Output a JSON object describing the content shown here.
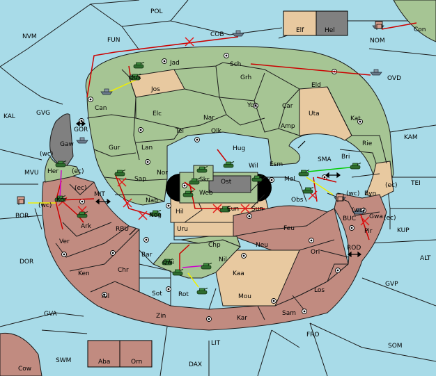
{
  "colors": {
    "sea": "#a8dbe8",
    "green_power": "#a6c594",
    "red_power": "#c18b80",
    "neutral_tan": "#e8c9a0",
    "grey_power": "#808080",
    "order_support": "#ffff00",
    "order_move": "#cc0000",
    "order_convoy": "#cc00cc",
    "order_hold": "#00cc00"
  },
  "unit_icons": [
    "tank-icon",
    "ship-icon",
    "flag-icon"
  ],
  "labels": {
    "pol": "POL",
    "nvm": "NVM",
    "fun": "FUN",
    "cob": "COB",
    "nom": "NOM",
    "con": "Con",
    "ovd": "OVD",
    "kal": "KAL",
    "gvg": "GVG",
    "kam": "KAM",
    "mvu": "MVU",
    "bor": "BOR",
    "dor": "DOR",
    "gva": "GVA",
    "swm": "SWM",
    "cow": "Cow",
    "lit": "LIT",
    "dax": "DAX",
    "fro": "FRO",
    "som": "SOM",
    "gvp": "GVP",
    "alt": "ALT",
    "kup": "KUP",
    "tei": "TEI",
    "sma": "SMA",
    "mit": "MIT",
    "rbu": "RBU",
    "buc": "BUC",
    "rod": "ROD",
    "gor": "GOR",
    "elf": "Elf",
    "hel": "Hel",
    "jad": "Jad",
    "sch": "Sch",
    "qus": "Qus",
    "jos": "Jos",
    "grh": "Grh",
    "eld": "Eld",
    "can": "Can",
    "elc": "Elc",
    "nar": "Nar",
    "yok": "Yok",
    "car": "Car",
    "uta": "Uta",
    "kat": "Kat",
    "tel": "Tel",
    "olk": "Olk",
    "amp": "Amp",
    "gaw": "Gaw",
    "gur": "Gur",
    "lan": "Lan",
    "hug": "Hug",
    "rie": "Rie",
    "esm": "Esm",
    "bri": "Bri",
    "wil": "Wil",
    "nor": "Nor",
    "skr": "Skr",
    "ost": "Ost",
    "her": "Her",
    "ec1": "(ec)",
    "wc1": "(wc)",
    "sap": "Sap",
    "web": "Web",
    "mel": "Mel",
    "byn": "Byn",
    "wc2": "(wc)",
    "ec2": "(ec)",
    "kor": "Kor",
    "ec3": "(ec)",
    "wc3": "(wc)",
    "nab": "Nab",
    "hil": "Hil",
    "eun": "Eun",
    "sun": "Sun",
    "obs": "Obs",
    "gwa": "Gwa",
    "ec4": "(ec)",
    "wc4": "(wc)",
    "ark": "Ark",
    "nog": "Nog",
    "uru": "Uru",
    "feu": "Feu",
    "pir": "Pir",
    "ver": "Ver",
    "chp": "Chp",
    "neu": "Neu",
    "bar": "Bar",
    "qwi": "Qwi",
    "nil": "Nil",
    "orl": "Orl",
    "ken": "Ken",
    "chr": "Chr",
    "kaa": "Kaa",
    "sot": "Sot",
    "ail": "Ail",
    "rot": "Rot",
    "mou": "Mou",
    "los": "Los",
    "sam": "Sam",
    "zin": "Zin",
    "kar": "Kar",
    "aba": "Aba",
    "orn": "Orn"
  }
}
